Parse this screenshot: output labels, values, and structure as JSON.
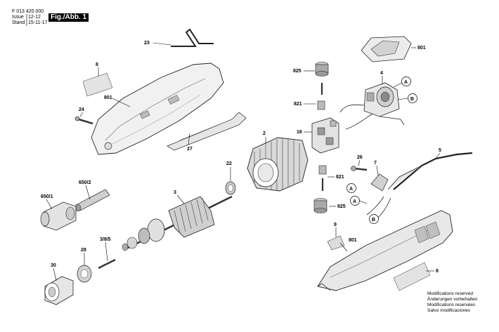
{
  "header": {
    "doc_number": "F 013 420 000",
    "issue_label": "Issue",
    "issue_value": "12-12",
    "stand_label": "Stand",
    "stand_value": "15-11-17",
    "figure_tag": "Fig./Abb. 1"
  },
  "labels": {
    "p23": "23",
    "p8a": "8",
    "p801a": "801",
    "p24": "24",
    "p27": "27",
    "p801b": "801",
    "p825a": "825",
    "p821a": "821",
    "p4": "4",
    "cA1": "A",
    "cB1": "B",
    "p16": "16",
    "p2": "2",
    "p22": "22",
    "p650_2": "650/2",
    "p650_1": "650/1",
    "p3": "3",
    "p26": "26",
    "p7": "7",
    "p5": "5",
    "p821b": "821",
    "cA2": "A",
    "p825b": "825",
    "cA3": "A",
    "cB2": "B",
    "p9": "9",
    "p801c": "801",
    "p8b": "8",
    "p3_8_5": "3/8/5",
    "p28": "28",
    "p30": "30"
  },
  "notes": [
    "Modifications reserved",
    "Änderungen vorbehalten",
    "Modifications reservées",
    "Salvo modificaciones"
  ]
}
